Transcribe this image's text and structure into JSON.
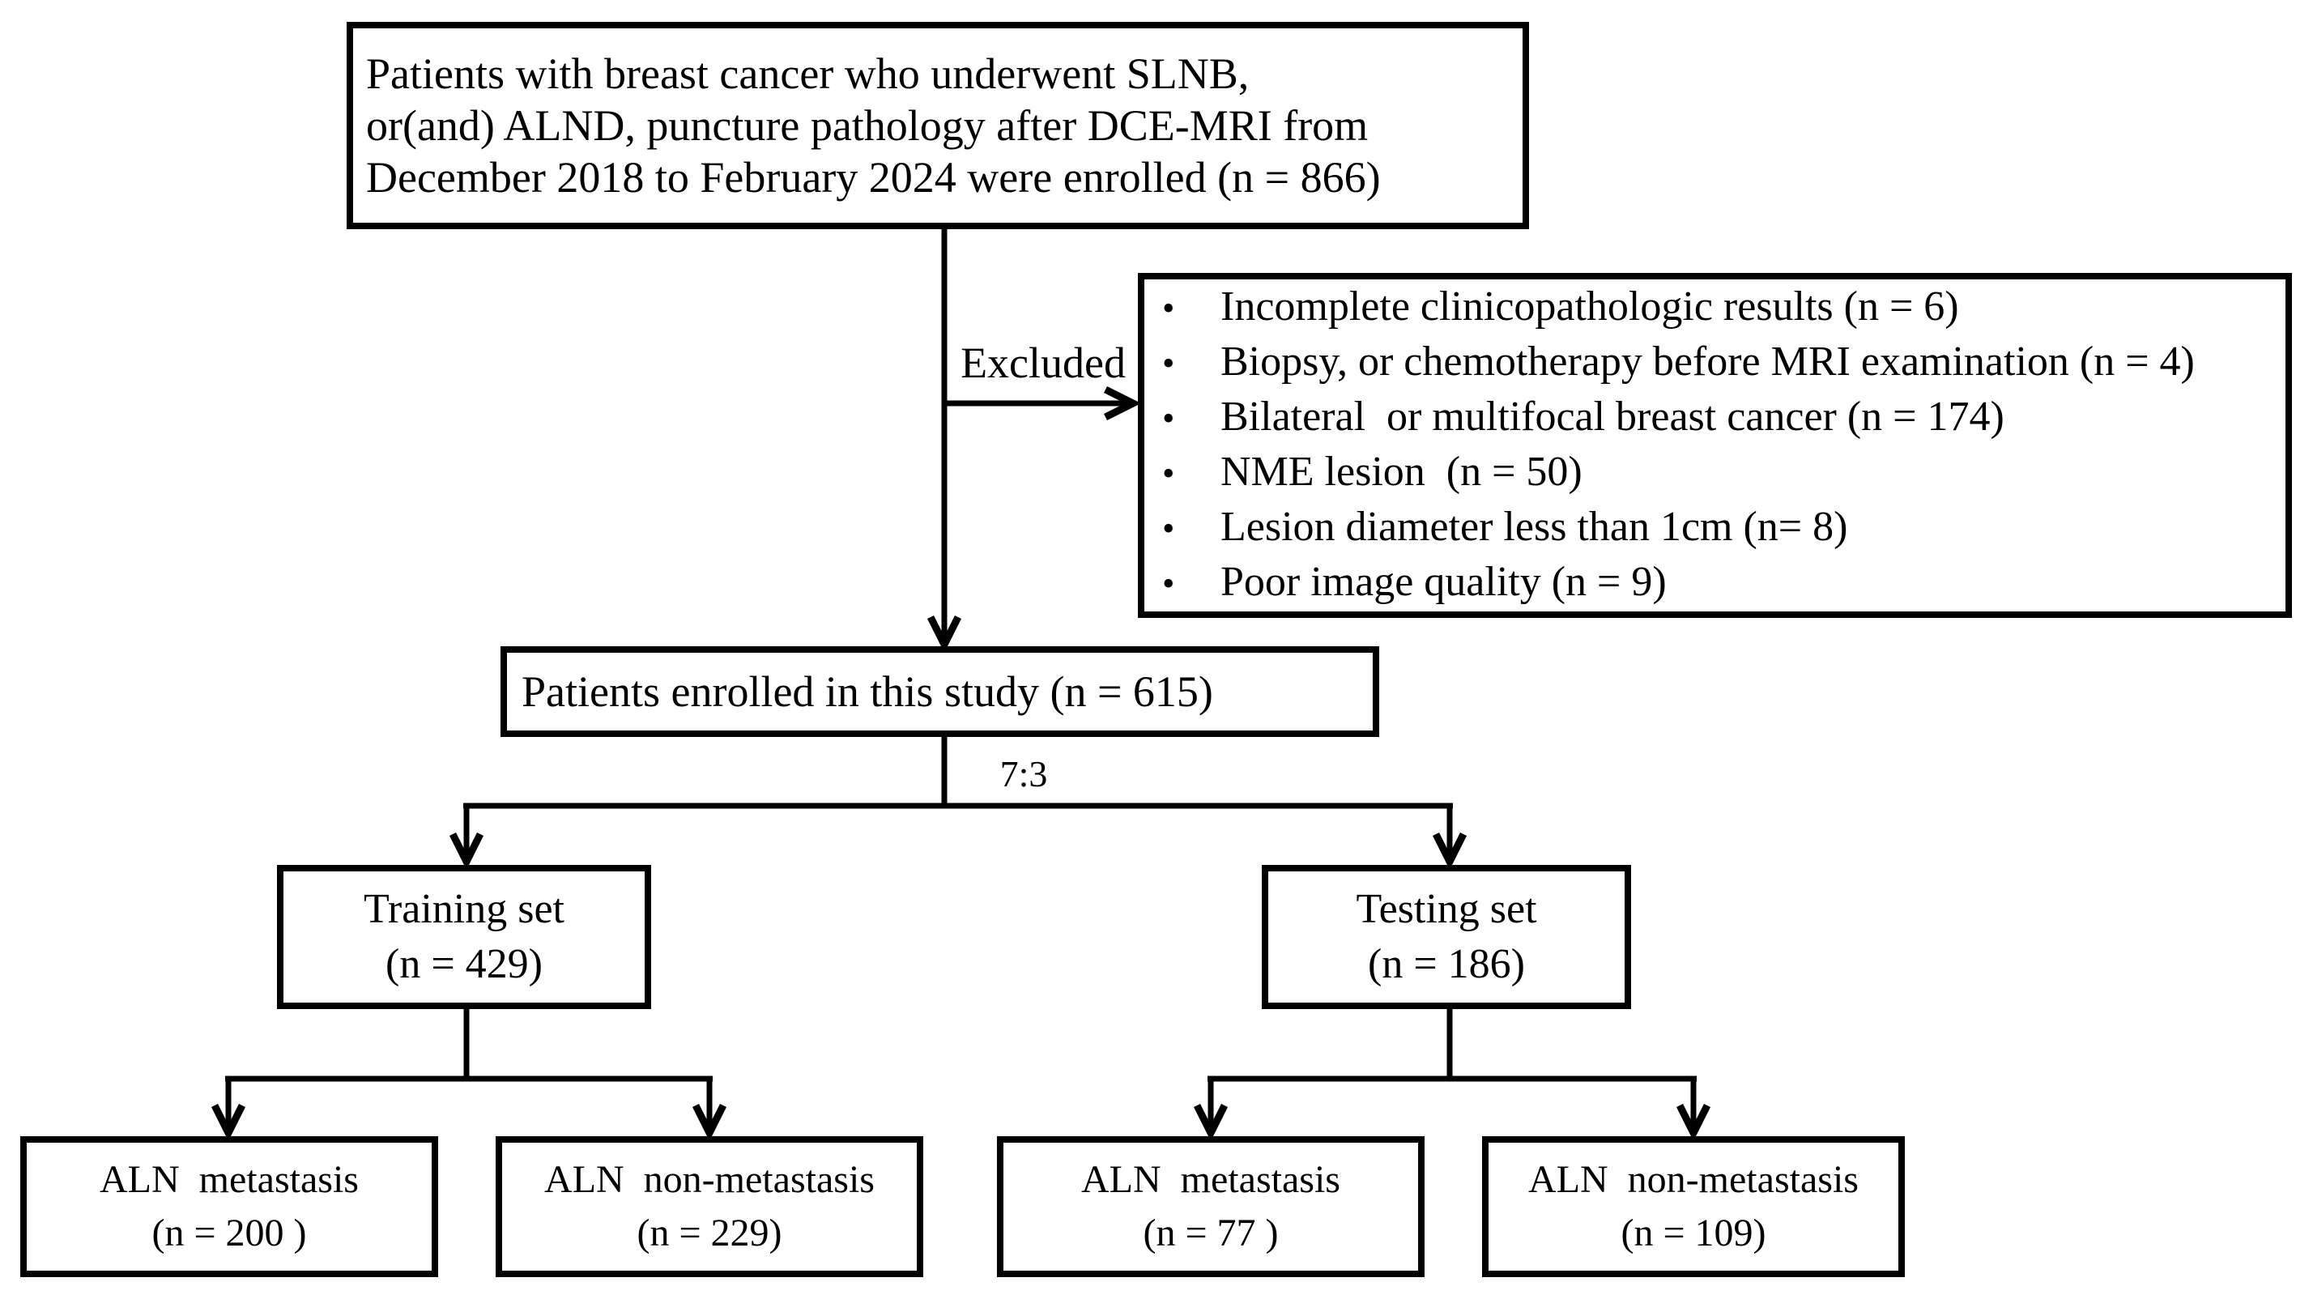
{
  "page": {
    "background": "#ffffff",
    "ink": "#000000"
  },
  "flowchart": {
    "top_box": {
      "lines": [
        "Patients with breast cancer who underwent SLNB,",
        "or(and) ALND, puncture pathology after DCE-MRI from",
        "December 2018 to February 2024 were enrolled (n = 866)"
      ]
    },
    "excluded_label": "Excluded",
    "excluded_box": {
      "bullet": "•",
      "items": [
        "Incomplete clinicopathologic results (n = 6)",
        "Biopsy, or chemotherapy before MRI examination (n = 4)",
        "Bilateral  or multifocal breast cancer (n = 174)",
        "NME lesion  (n = 50)",
        "Lesion diameter less than 1cm (n= 8)",
        "Poor image quality (n = 9)"
      ]
    },
    "enrolled_box": {
      "text": "Patients enrolled in this study (n = 615)"
    },
    "ratio_label": "7:3",
    "training_box": {
      "title": "Training set",
      "count": "(n = 429)"
    },
    "testing_box": {
      "title": "Testing set",
      "count": "(n = 186)"
    },
    "training_metastasis_box": {
      "title": "ALN  metastasis",
      "count": "(n = 200 )"
    },
    "training_non_metastasis_box": {
      "title": "ALN  non-metastasis",
      "count": "(n = 229)"
    },
    "testing_metastasis_box": {
      "title": "ALN  metastasis",
      "count": "(n = 77 )"
    },
    "testing_non_metastasis_box": {
      "title": "ALN  non-metastasis",
      "count": "(n = 109)"
    }
  }
}
